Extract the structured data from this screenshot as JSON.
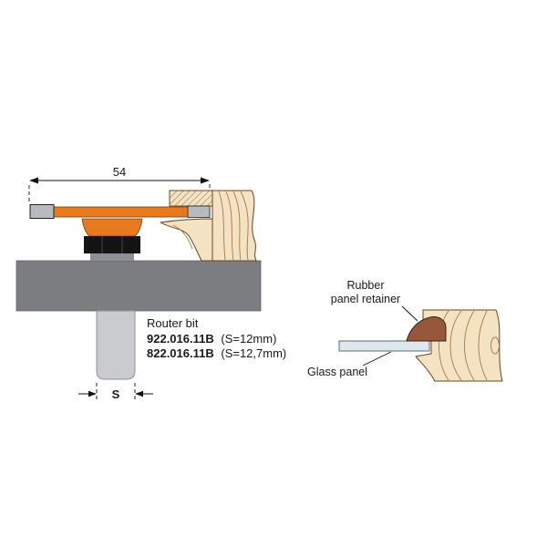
{
  "left_diagram": {
    "dimension_top": "54",
    "shank_dim": "S",
    "caption": {
      "title": "Router bit",
      "items": [
        {
          "code": "922.016.11B",
          "spec": "(S=12mm)"
        },
        {
          "code": "822.016.11B",
          "spec": "(S=12,7mm)"
        }
      ]
    }
  },
  "right_diagram": {
    "retainer_label": {
      "line1": "Rubber",
      "line2": "panel retainer"
    },
    "glass_label": "Glass panel"
  },
  "colors": {
    "orange": "#e8791e",
    "wood": "#f3e3c3",
    "machine_gray": "#7b7d80",
    "shank_gray": "#c9cbce",
    "glass": "#dde8ee",
    "rubber": "#96573a"
  }
}
